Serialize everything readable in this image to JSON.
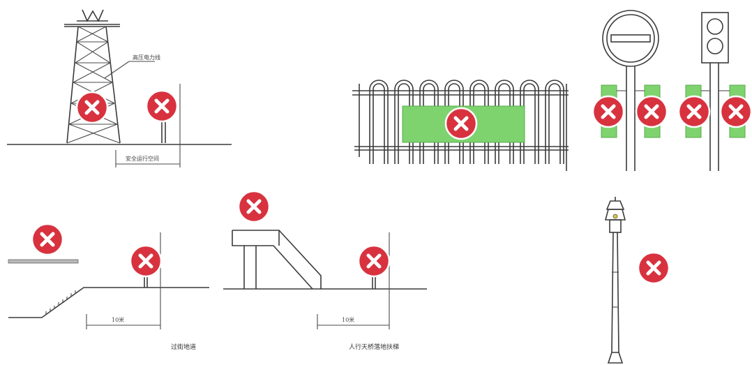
{
  "labels": {
    "power_line": "高压电力线",
    "safe_space": "安全运行空间",
    "dist_left": "10米",
    "dist_right": "10米",
    "underpass": "过街地道",
    "overpass": "人行天桥落地扶梯"
  },
  "colors": {
    "prohibited_red": "#d8323f",
    "banner_green": "#7ed36e",
    "line": "#3a3a3a"
  }
}
